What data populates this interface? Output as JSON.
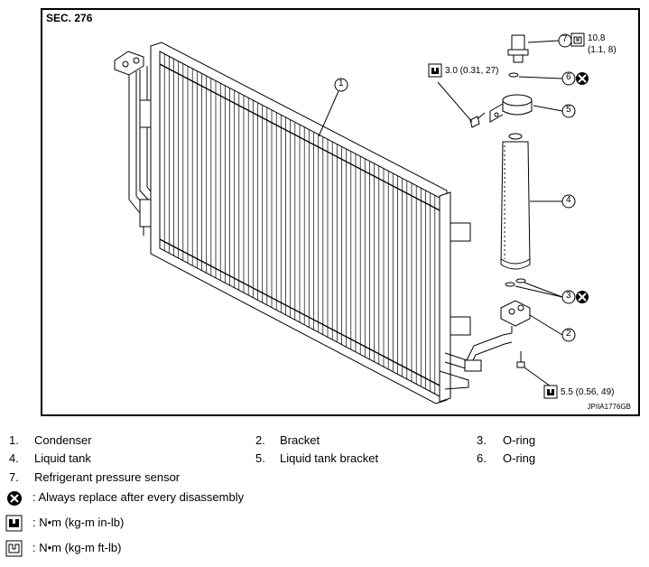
{
  "section": "SEC. 276",
  "figure_code": "JPIIA1776GB",
  "callouts": [
    {
      "n": "1"
    },
    {
      "n": "2"
    },
    {
      "n": "3"
    },
    {
      "n": "4"
    },
    {
      "n": "5"
    },
    {
      "n": "6"
    },
    {
      "n": "7"
    }
  ],
  "torque": {
    "sensor": {
      "line1": "10.8",
      "line2": "(1.1, 8)"
    },
    "bolt_upper": "3.0 (0.31, 27)",
    "bolt_lower": "5.5 (0.56, 49)"
  },
  "legend": [
    {
      "num": "1.",
      "label": "Condenser"
    },
    {
      "num": "2.",
      "label": "Bracket"
    },
    {
      "num": "3.",
      "label": "O-ring"
    },
    {
      "num": "4.",
      "label": "Liquid tank"
    },
    {
      "num": "5.",
      "label": "Liquid tank bracket"
    },
    {
      "num": "6.",
      "label": "O-ring"
    },
    {
      "num": "7.",
      "label": "Refrigerant pressure sensor"
    }
  ],
  "symbols": {
    "replace": ": Always replace after every disassembly",
    "nm_in": ": N•m (kg-m in-lb)",
    "nm_ft": ": N•m (kg-m ft-lb)"
  }
}
